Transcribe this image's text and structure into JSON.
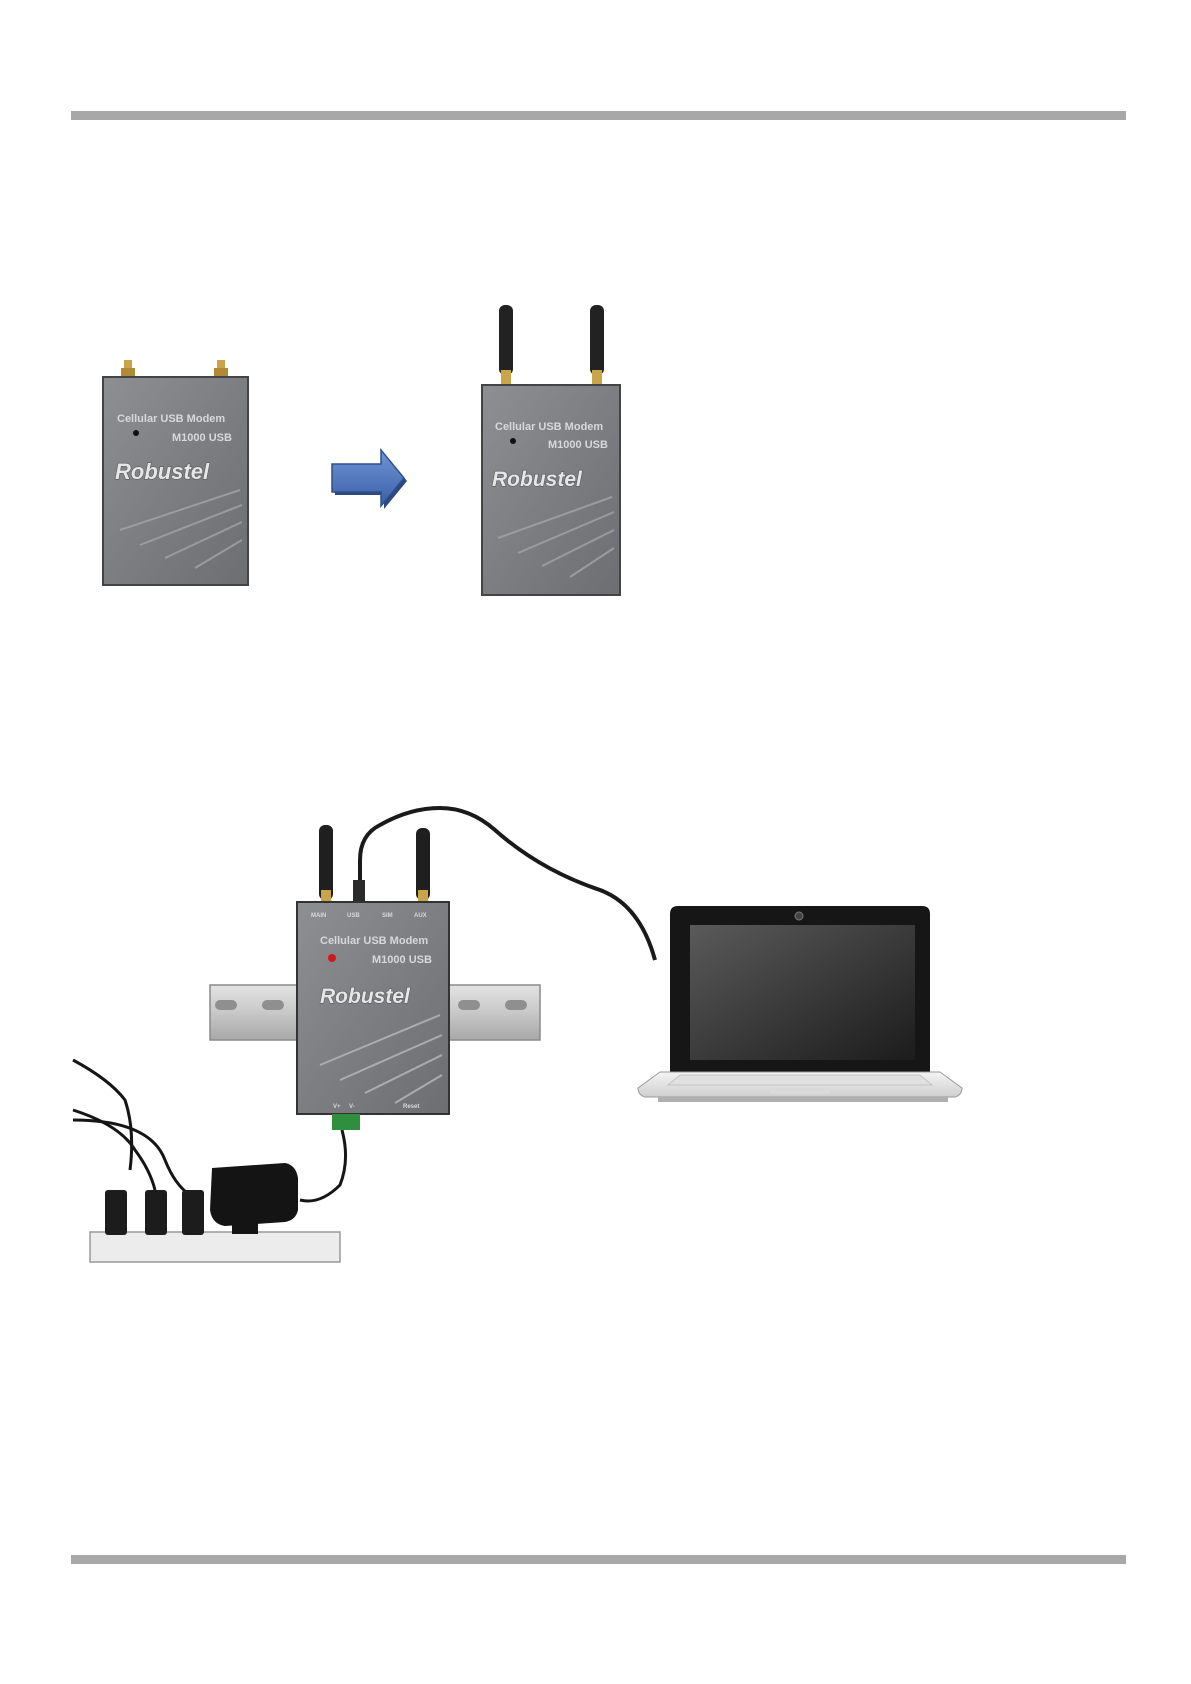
{
  "document": {
    "header_rule_color": "#a8a8a8",
    "footer_rule_color": "#a8a8a8"
  },
  "figure_1": {
    "modem_before": {
      "label_line_1": "Cellular  USB  Modem",
      "label_line_2": "M1000 USB",
      "logo": "Robustel"
    },
    "arrow_color": "#4a73b8",
    "modem_after": {
      "label_line_1": "Cellular  USB  Modem",
      "label_line_2": "M1000 USB",
      "logo": "Robustel"
    }
  },
  "figure_2": {
    "modem": {
      "port_labels": [
        "MAIN",
        "USB",
        "SIM",
        "AUX"
      ],
      "label_line_1": "Cellular   USB  Modem",
      "label_line_2": "M1000 USB",
      "logo": "Robustel",
      "bottom_labels": [
        "V+",
        "V-",
        "Reset"
      ]
    },
    "devices": [
      "din-rail",
      "laptop",
      "power-strip",
      "power-adapter"
    ]
  }
}
